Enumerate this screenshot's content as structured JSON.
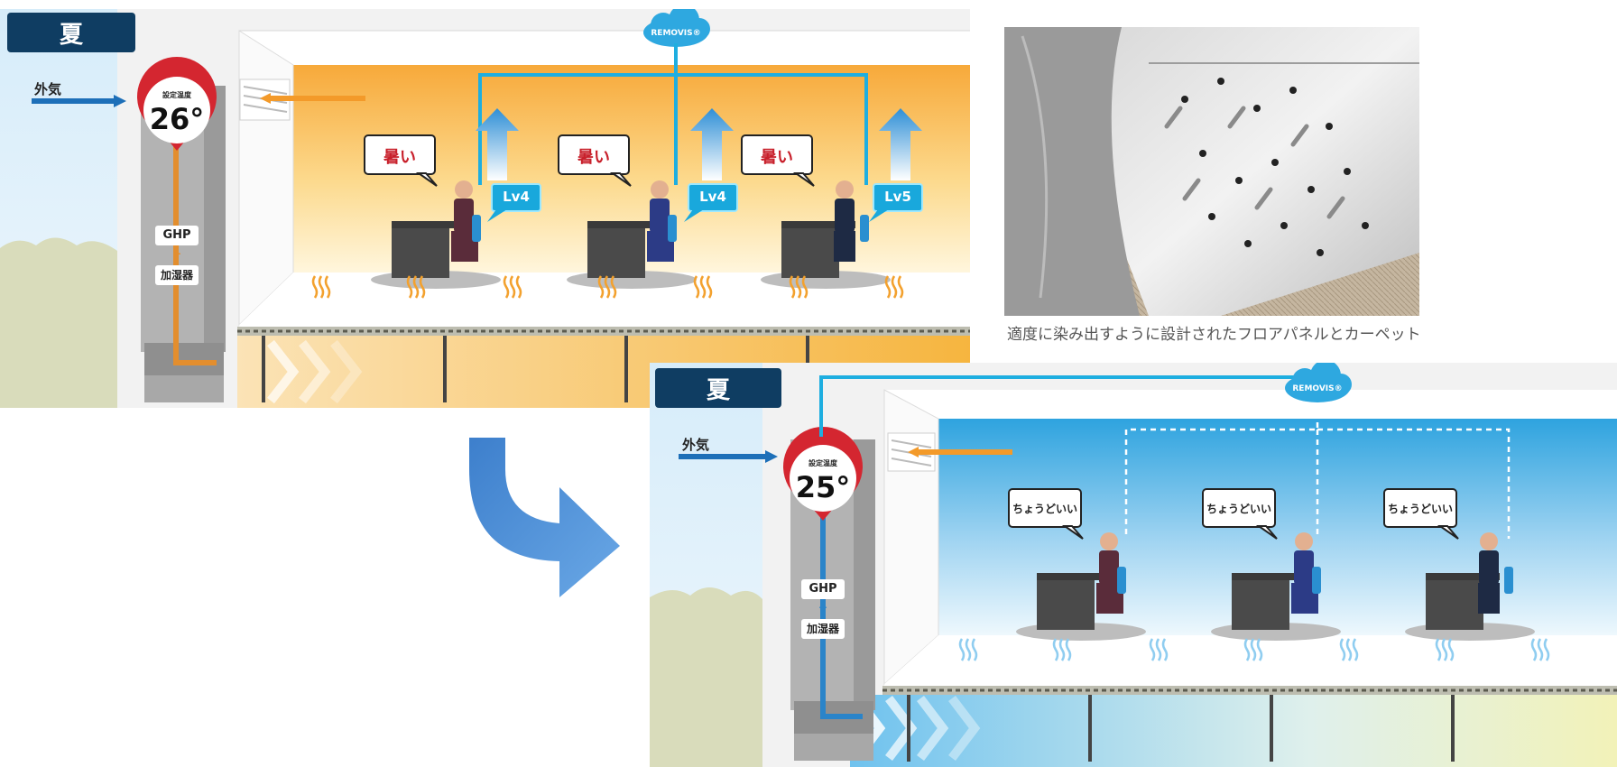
{
  "colors": {
    "navy": "#0f3d62",
    "pin_red": "#d42630",
    "line_blue": "#1eaee0",
    "warm_arrow": "#f39a2a",
    "hot_wall": "#f7b23f",
    "cool_wall": "#2ea3df",
    "level_badge": "#19a8dc"
  },
  "icons": [
    "cloud-icon",
    "map-pin-icon",
    "up-arrow-icon",
    "heat-wave-icon",
    "curved-arrow-icon",
    "person-at-desk-icon"
  ],
  "before": {
    "season": "夏",
    "outside_air": "外気",
    "setpoint_label": "設定温度",
    "setpoint_value": "26°",
    "unit_top": "GHP",
    "unit_plus": "+",
    "unit_bottom": "加湿器",
    "cloud": "REMOVIS®",
    "workers": [
      {
        "speech": "暑い",
        "level": "Lv4"
      },
      {
        "speech": "暑い",
        "level": "Lv4"
      },
      {
        "speech": "暑い",
        "level": "Lv5"
      }
    ]
  },
  "after": {
    "season": "夏",
    "outside_air": "外気",
    "setpoint_label": "設定温度",
    "setpoint_value": "25°",
    "unit_top": "GHP",
    "unit_plus": "+",
    "unit_bottom": "加湿器",
    "cloud": "REMOVIS®",
    "workers": [
      {
        "speech": "ちょうどいい"
      },
      {
        "speech": "ちょうどいい"
      },
      {
        "speech": "ちょうどいい"
      }
    ]
  },
  "photo_caption": "適度に染み出すように設計されたフロアパネルとカーペット"
}
